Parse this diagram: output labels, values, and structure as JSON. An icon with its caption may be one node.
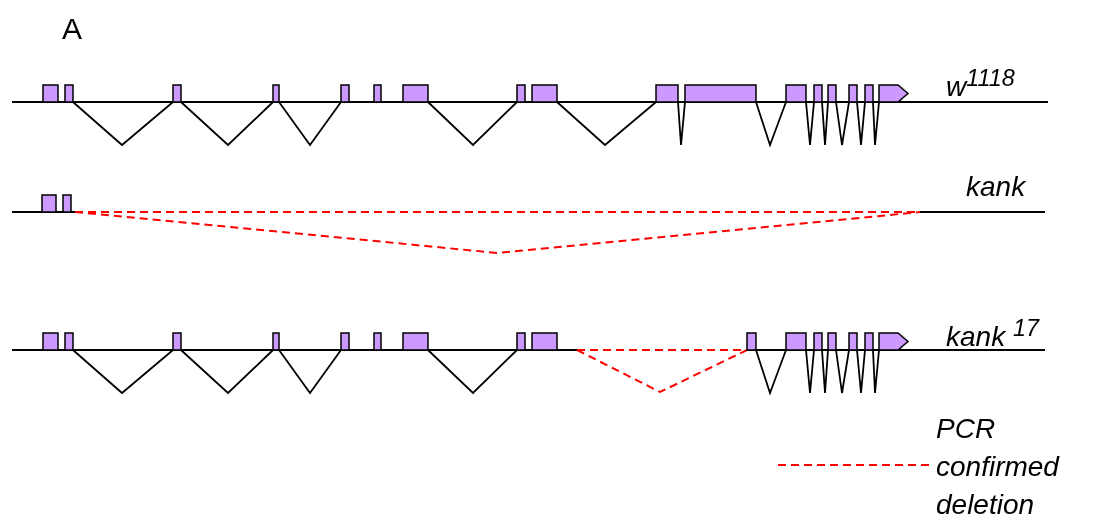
{
  "diagram": {
    "labels": [
      "A",
      "w$^{1118}$",
      "kank",
      "kank $^{17}$"
    ],
    "legend": [
      {
        "text": "PCR confirmed deletion"
      }
    ]
  }
}
